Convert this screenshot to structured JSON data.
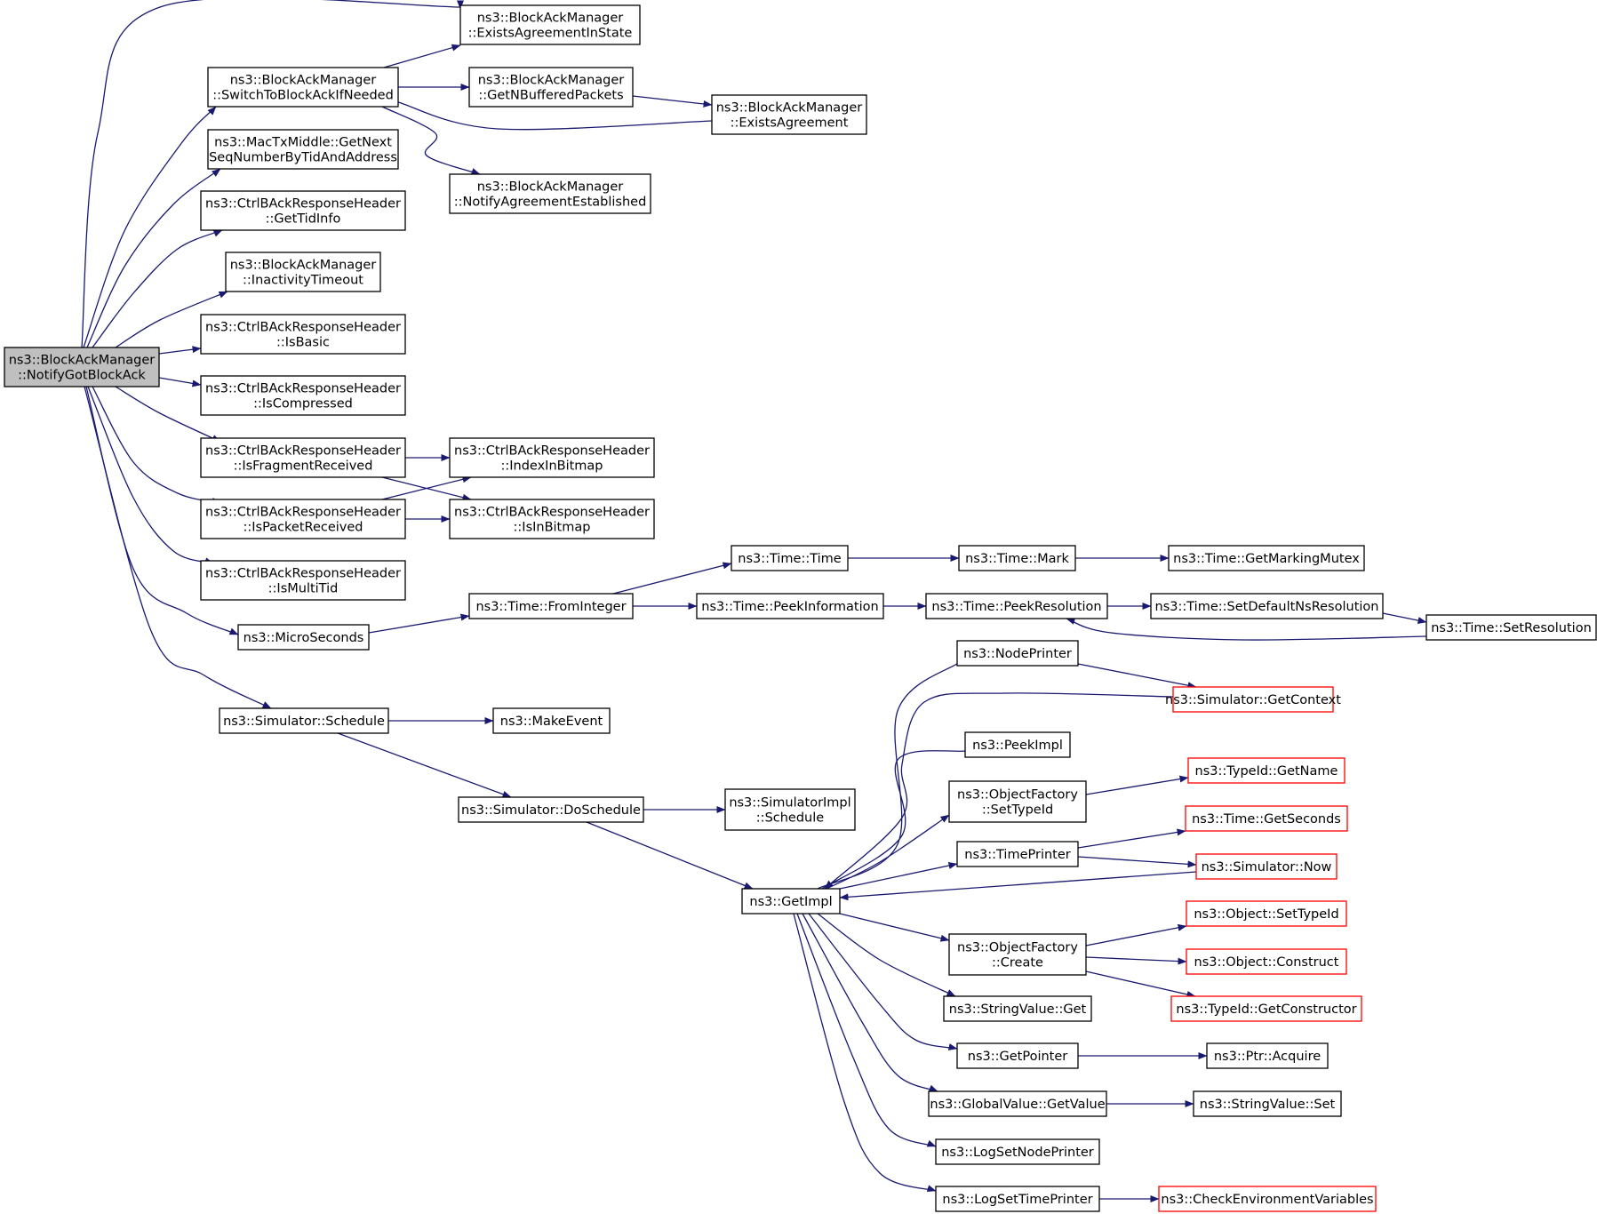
{
  "diagram": {
    "type": "call-graph",
    "edge_color": "#191970",
    "external_border_color": "#ff0000",
    "root_fill": "#bfbfbf",
    "nodes": [
      {
        "id": "root",
        "lines": [
          "ns3::BlockAckManager",
          "::NotifyGotBlockAck"
        ],
        "style": "root"
      },
      {
        "id": "existsInState",
        "lines": [
          "ns3::BlockAckManager",
          "::ExistsAgreementInState"
        ]
      },
      {
        "id": "switchTo",
        "lines": [
          "ns3::BlockAckManager",
          "::SwitchToBlockAckIfNeeded"
        ]
      },
      {
        "id": "getNBuffered",
        "lines": [
          "ns3::BlockAckManager",
          "::GetNBufferedPackets"
        ]
      },
      {
        "id": "existsAgreement",
        "lines": [
          "ns3::BlockAckManager",
          "::ExistsAgreement"
        ]
      },
      {
        "id": "notifyEstablished",
        "lines": [
          "ns3::BlockAckManager",
          "::NotifyAgreementEstablished"
        ]
      },
      {
        "id": "getNextSeq",
        "lines": [
          "ns3::MacTxMiddle::GetNext",
          "SeqNumberByTidAndAddress"
        ]
      },
      {
        "id": "getTidInfo",
        "lines": [
          "ns3::CtrlBAckResponseHeader",
          "::GetTidInfo"
        ]
      },
      {
        "id": "inactivity",
        "lines": [
          "ns3::BlockAckManager",
          "::InactivityTimeout"
        ]
      },
      {
        "id": "isBasic",
        "lines": [
          "ns3::CtrlBAckResponseHeader",
          "::IsBasic"
        ]
      },
      {
        "id": "isCompressed",
        "lines": [
          "ns3::CtrlBAckResponseHeader",
          "::IsCompressed"
        ]
      },
      {
        "id": "isFragment",
        "lines": [
          "ns3::CtrlBAckResponseHeader",
          "::IsFragmentReceived"
        ]
      },
      {
        "id": "isPacket",
        "lines": [
          "ns3::CtrlBAckResponseHeader",
          "::IsPacketReceived"
        ]
      },
      {
        "id": "indexInBitmap",
        "lines": [
          "ns3::CtrlBAckResponseHeader",
          "::IndexInBitmap"
        ]
      },
      {
        "id": "isInBitmap",
        "lines": [
          "ns3::CtrlBAckResponseHeader",
          "::IsInBitmap"
        ]
      },
      {
        "id": "isMultiTid",
        "lines": [
          "ns3::CtrlBAckResponseHeader",
          "::IsMultiTid"
        ]
      },
      {
        "id": "microSeconds",
        "lines": [
          "ns3::MicroSeconds"
        ]
      },
      {
        "id": "fromInteger",
        "lines": [
          "ns3::Time::FromInteger"
        ]
      },
      {
        "id": "timeTime",
        "lines": [
          "ns3::Time::Time"
        ]
      },
      {
        "id": "timeMark",
        "lines": [
          "ns3::Time::Mark"
        ]
      },
      {
        "id": "getMarkingMutex",
        "lines": [
          "ns3::Time::GetMarkingMutex"
        ]
      },
      {
        "id": "peekInformation",
        "lines": [
          "ns3::Time::PeekInformation"
        ]
      },
      {
        "id": "peekResolution",
        "lines": [
          "ns3::Time::PeekResolution"
        ]
      },
      {
        "id": "setDefaultNs",
        "lines": [
          "ns3::Time::SetDefaultNsResolution"
        ]
      },
      {
        "id": "setResolution",
        "lines": [
          "ns3::Time::SetResolution"
        ]
      },
      {
        "id": "simSchedule",
        "lines": [
          "ns3::Simulator::Schedule"
        ]
      },
      {
        "id": "makeEvent",
        "lines": [
          "ns3::MakeEvent"
        ]
      },
      {
        "id": "doSchedule",
        "lines": [
          "ns3::Simulator::DoSchedule"
        ]
      },
      {
        "id": "implSchedule",
        "lines": [
          "ns3::SimulatorImpl",
          "::Schedule"
        ]
      },
      {
        "id": "getImpl",
        "lines": [
          "ns3::GetImpl"
        ]
      },
      {
        "id": "nodePrinter",
        "lines": [
          "ns3::NodePrinter"
        ]
      },
      {
        "id": "getContext",
        "lines": [
          "ns3::Simulator::GetContext"
        ],
        "style": "external"
      },
      {
        "id": "peekImpl",
        "lines": [
          "ns3::PeekImpl"
        ]
      },
      {
        "id": "setTypeIdFactory",
        "lines": [
          "ns3::ObjectFactory",
          "::SetTypeId"
        ]
      },
      {
        "id": "typeIdGetName",
        "lines": [
          "ns3::TypeId::GetName"
        ],
        "style": "external"
      },
      {
        "id": "timeGetSeconds",
        "lines": [
          "ns3::Time::GetSeconds"
        ],
        "style": "external"
      },
      {
        "id": "timePrinter",
        "lines": [
          "ns3::TimePrinter"
        ]
      },
      {
        "id": "simNow",
        "lines": [
          "ns3::Simulator::Now"
        ],
        "style": "external"
      },
      {
        "id": "objSetTypeId",
        "lines": [
          "ns3::Object::SetTypeId"
        ],
        "style": "external"
      },
      {
        "id": "factoryCreate",
        "lines": [
          "ns3::ObjectFactory",
          "::Create"
        ]
      },
      {
        "id": "objConstruct",
        "lines": [
          "ns3::Object::Construct"
        ],
        "style": "external"
      },
      {
        "id": "getConstructor",
        "lines": [
          "ns3::TypeId::GetConstructor"
        ],
        "style": "external"
      },
      {
        "id": "stringValueGet",
        "lines": [
          "ns3::StringValue::Get"
        ]
      },
      {
        "id": "getPointer",
        "lines": [
          "ns3::GetPointer"
        ]
      },
      {
        "id": "ptrAcquire",
        "lines": [
          "ns3::Ptr::Acquire"
        ]
      },
      {
        "id": "globalGetValue",
        "lines": [
          "ns3::GlobalValue::GetValue"
        ]
      },
      {
        "id": "stringValueSet",
        "lines": [
          "ns3::StringValue::Set"
        ]
      },
      {
        "id": "logSetNode",
        "lines": [
          "ns3::LogSetNodePrinter"
        ]
      },
      {
        "id": "logSetTime",
        "lines": [
          "ns3::LogSetTimePrinter"
        ]
      },
      {
        "id": "checkEnv",
        "lines": [
          "ns3::CheckEnvironmentVariables"
        ],
        "style": "external"
      }
    ],
    "edges": [
      [
        "root",
        "existsInState"
      ],
      [
        "root",
        "switchTo"
      ],
      [
        "root",
        "getNextSeq"
      ],
      [
        "root",
        "getTidInfo"
      ],
      [
        "root",
        "inactivity"
      ],
      [
        "root",
        "isBasic"
      ],
      [
        "root",
        "isCompressed"
      ],
      [
        "root",
        "isFragment"
      ],
      [
        "root",
        "isPacket"
      ],
      [
        "root",
        "isMultiTid"
      ],
      [
        "root",
        "microSeconds"
      ],
      [
        "root",
        "simSchedule"
      ],
      [
        "switchTo",
        "existsInState"
      ],
      [
        "switchTo",
        "getNBuffered"
      ],
      [
        "switchTo",
        "existsAgreement"
      ],
      [
        "switchTo",
        "notifyEstablished"
      ],
      [
        "getNBuffered",
        "existsAgreement"
      ],
      [
        "isFragment",
        "indexInBitmap"
      ],
      [
        "isFragment",
        "isInBitmap"
      ],
      [
        "isPacket",
        "indexInBitmap"
      ],
      [
        "isPacket",
        "isInBitmap"
      ],
      [
        "microSeconds",
        "fromInteger"
      ],
      [
        "fromInteger",
        "timeTime"
      ],
      [
        "fromInteger",
        "peekInformation"
      ],
      [
        "timeTime",
        "timeMark"
      ],
      [
        "timeMark",
        "getMarkingMutex"
      ],
      [
        "peekInformation",
        "peekResolution"
      ],
      [
        "peekResolution",
        "setDefaultNs"
      ],
      [
        "setDefaultNs",
        "setResolution"
      ],
      [
        "setResolution",
        "peekResolution"
      ],
      [
        "simSchedule",
        "makeEvent"
      ],
      [
        "simSchedule",
        "doSchedule"
      ],
      [
        "doSchedule",
        "implSchedule"
      ],
      [
        "doSchedule",
        "getImpl"
      ],
      [
        "getImpl",
        "nodePrinter"
      ],
      [
        "getImpl",
        "peekImpl"
      ],
      [
        "getImpl",
        "setTypeIdFactory"
      ],
      [
        "getImpl",
        "timePrinter"
      ],
      [
        "getImpl",
        "factoryCreate"
      ],
      [
        "getImpl",
        "stringValueGet"
      ],
      [
        "getImpl",
        "getPointer"
      ],
      [
        "getImpl",
        "globalGetValue"
      ],
      [
        "getImpl",
        "logSetNode"
      ],
      [
        "getImpl",
        "logSetTime"
      ],
      [
        "nodePrinter",
        "getContext"
      ],
      [
        "getContext",
        "getImpl"
      ],
      [
        "setTypeIdFactory",
        "typeIdGetName"
      ],
      [
        "timePrinter",
        "timeGetSeconds"
      ],
      [
        "timePrinter",
        "simNow"
      ],
      [
        "simNow",
        "getImpl"
      ],
      [
        "factoryCreate",
        "objSetTypeId"
      ],
      [
        "factoryCreate",
        "objConstruct"
      ],
      [
        "factoryCreate",
        "getConstructor"
      ],
      [
        "getPointer",
        "ptrAcquire"
      ],
      [
        "globalGetValue",
        "stringValueSet"
      ],
      [
        "logSetTime",
        "checkEnv"
      ]
    ]
  }
}
